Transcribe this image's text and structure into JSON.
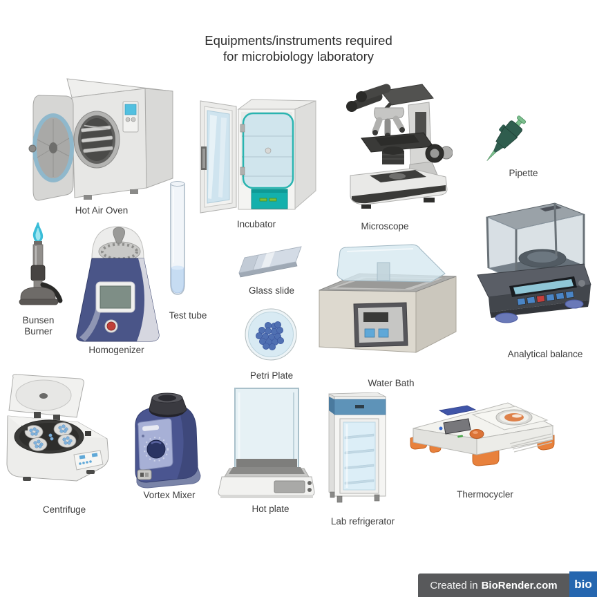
{
  "title": {
    "line1": "Equipments/instruments required",
    "line2": "for microbiology laboratory"
  },
  "equipment": [
    {
      "id": "hot-air-oven",
      "label": "Hot Air Oven"
    },
    {
      "id": "incubator",
      "label": "Incubator"
    },
    {
      "id": "microscope",
      "label": "Microscope"
    },
    {
      "id": "pipette",
      "label": "Pipette"
    },
    {
      "id": "bunsen-burner",
      "label": "Bunsen Burner"
    },
    {
      "id": "homogenizer",
      "label": "Homogenizer"
    },
    {
      "id": "test-tube",
      "label": "Test tube"
    },
    {
      "id": "glass-slide",
      "label": "Glass slide"
    },
    {
      "id": "petri-plate",
      "label": "Petri Plate"
    },
    {
      "id": "water-bath",
      "label": "Water Bath"
    },
    {
      "id": "analytical-balance",
      "label": "Analytical balance"
    },
    {
      "id": "centrifuge",
      "label": "Centrifuge"
    },
    {
      "id": "vortex-mixer",
      "label": "Vortex Mixer"
    },
    {
      "id": "hot-plate",
      "label": "Hot plate"
    },
    {
      "id": "lab-refrigerator",
      "label": "Lab refrigerator"
    },
    {
      "id": "thermocycler",
      "label": "Thermocycler"
    }
  ],
  "footer": {
    "prefix": "Created in",
    "brand": "BioRender.com",
    "logo_text": "bio"
  },
  "colors": {
    "teal_accent": "#14b0ac",
    "navy": "#4a5590",
    "pipette_green": "#2f5d4e",
    "flame_blue": "#2fb9d6",
    "thermocycler_orange": "#e8813c",
    "footer_bar": "#58595b",
    "logo_blue": "#2566af",
    "label_text": "#3c3c3c"
  }
}
